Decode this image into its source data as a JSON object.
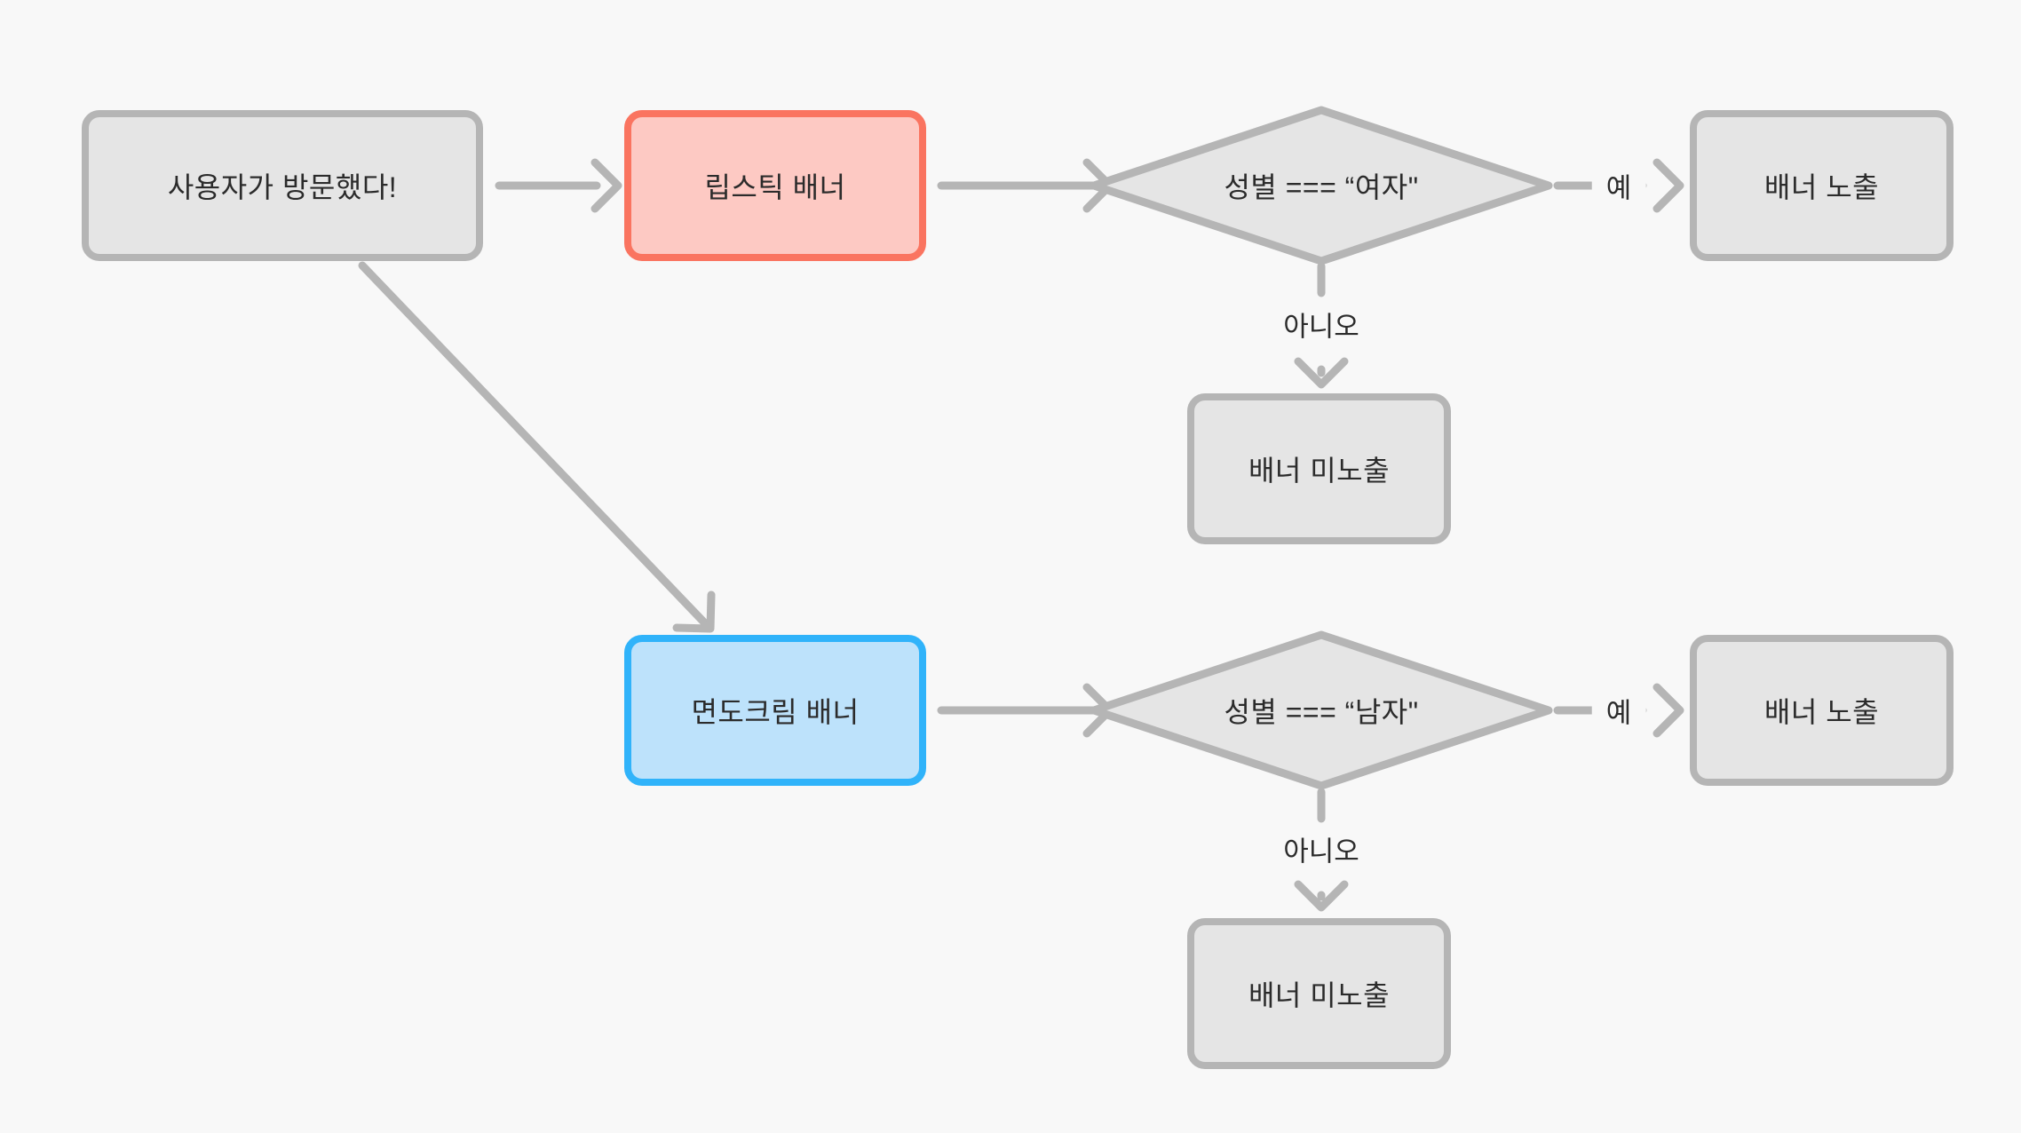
{
  "nodes": {
    "start": {
      "label": "사용자가 방문했다!"
    },
    "lipstick_banner": {
      "label": "립스틱 배너"
    },
    "female_check": {
      "label": "성별 === “여자\""
    },
    "banner_show_top": {
      "label": "배너 노출"
    },
    "banner_hide_top": {
      "label": "배너 미노출"
    },
    "shaving_banner": {
      "label": "면도크림 배너"
    },
    "male_check": {
      "label": "성별 === “남자\""
    },
    "banner_show_bottom": {
      "label": "배너 노출"
    },
    "banner_hide_bottom": {
      "label": "배너 미노출"
    }
  },
  "edge_labels": {
    "yes_top": "예",
    "no_top": "아니오",
    "yes_bottom": "예",
    "no_bottom": "아니오"
  },
  "colors": {
    "background": "#f8f8f8",
    "node_fill_gray": "#e5e5e5",
    "node_border_gray": "#b5b5b5",
    "node_fill_red": "#fdc9c3",
    "node_border_red": "#fa7460",
    "node_fill_blue": "#bde2fb",
    "node_border_blue": "#30b3fa",
    "arrow": "#b5b5b5",
    "text": "#2b2b2b"
  }
}
